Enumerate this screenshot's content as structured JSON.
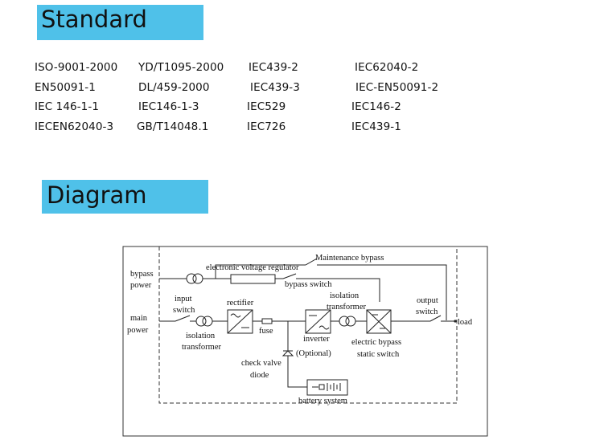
{
  "standard": {
    "title": "Standard",
    "rows": [
      [
        "ISO-9001-2000",
        "YD/T1095-2000",
        "IEC439-2",
        "IEC62040-2"
      ],
      [
        "EN50091-1",
        "DL/459-2000",
        "IEC439-3",
        "IEC-EN50091-2"
      ],
      [
        "IEC 146-1-1",
        "IEC146-1-3",
        "IEC529",
        "IEC146-2"
      ],
      [
        "IECEN62040-3",
        "GB/T14048.1",
        "IEC726",
        "IEC439-1"
      ]
    ]
  },
  "diagram": {
    "title": "Diagram",
    "labels": {
      "bypass_power_1": "bypass",
      "bypass_power_2": "power",
      "main_power_1": "main",
      "main_power_2": "power",
      "input_switch_1": "input",
      "input_switch_2": "switch",
      "isolation_transformer_1_a": "isolation",
      "isolation_transformer_1_b": "transformer",
      "rectifier": "rectifier",
      "fuse": "fuse",
      "electronic_voltage_regulator": "electronic voltage regulator",
      "maintenance_bypass": "Maintenance bypass",
      "bypass_switch": "bypass switch",
      "isolation_transformer_2_a": "isolation",
      "isolation_transformer_2_b": "transformer",
      "inverter": "inverter",
      "optional": "(Optional)",
      "electric_bypass_1": "electric bypass",
      "electric_bypass_2": "static switch",
      "output_switch_1": "output",
      "output_switch_2": "switch",
      "load": "load",
      "check_valve_diode_1": "check valve",
      "check_valve_diode_2": "diode",
      "battery_system": "battery system"
    }
  }
}
